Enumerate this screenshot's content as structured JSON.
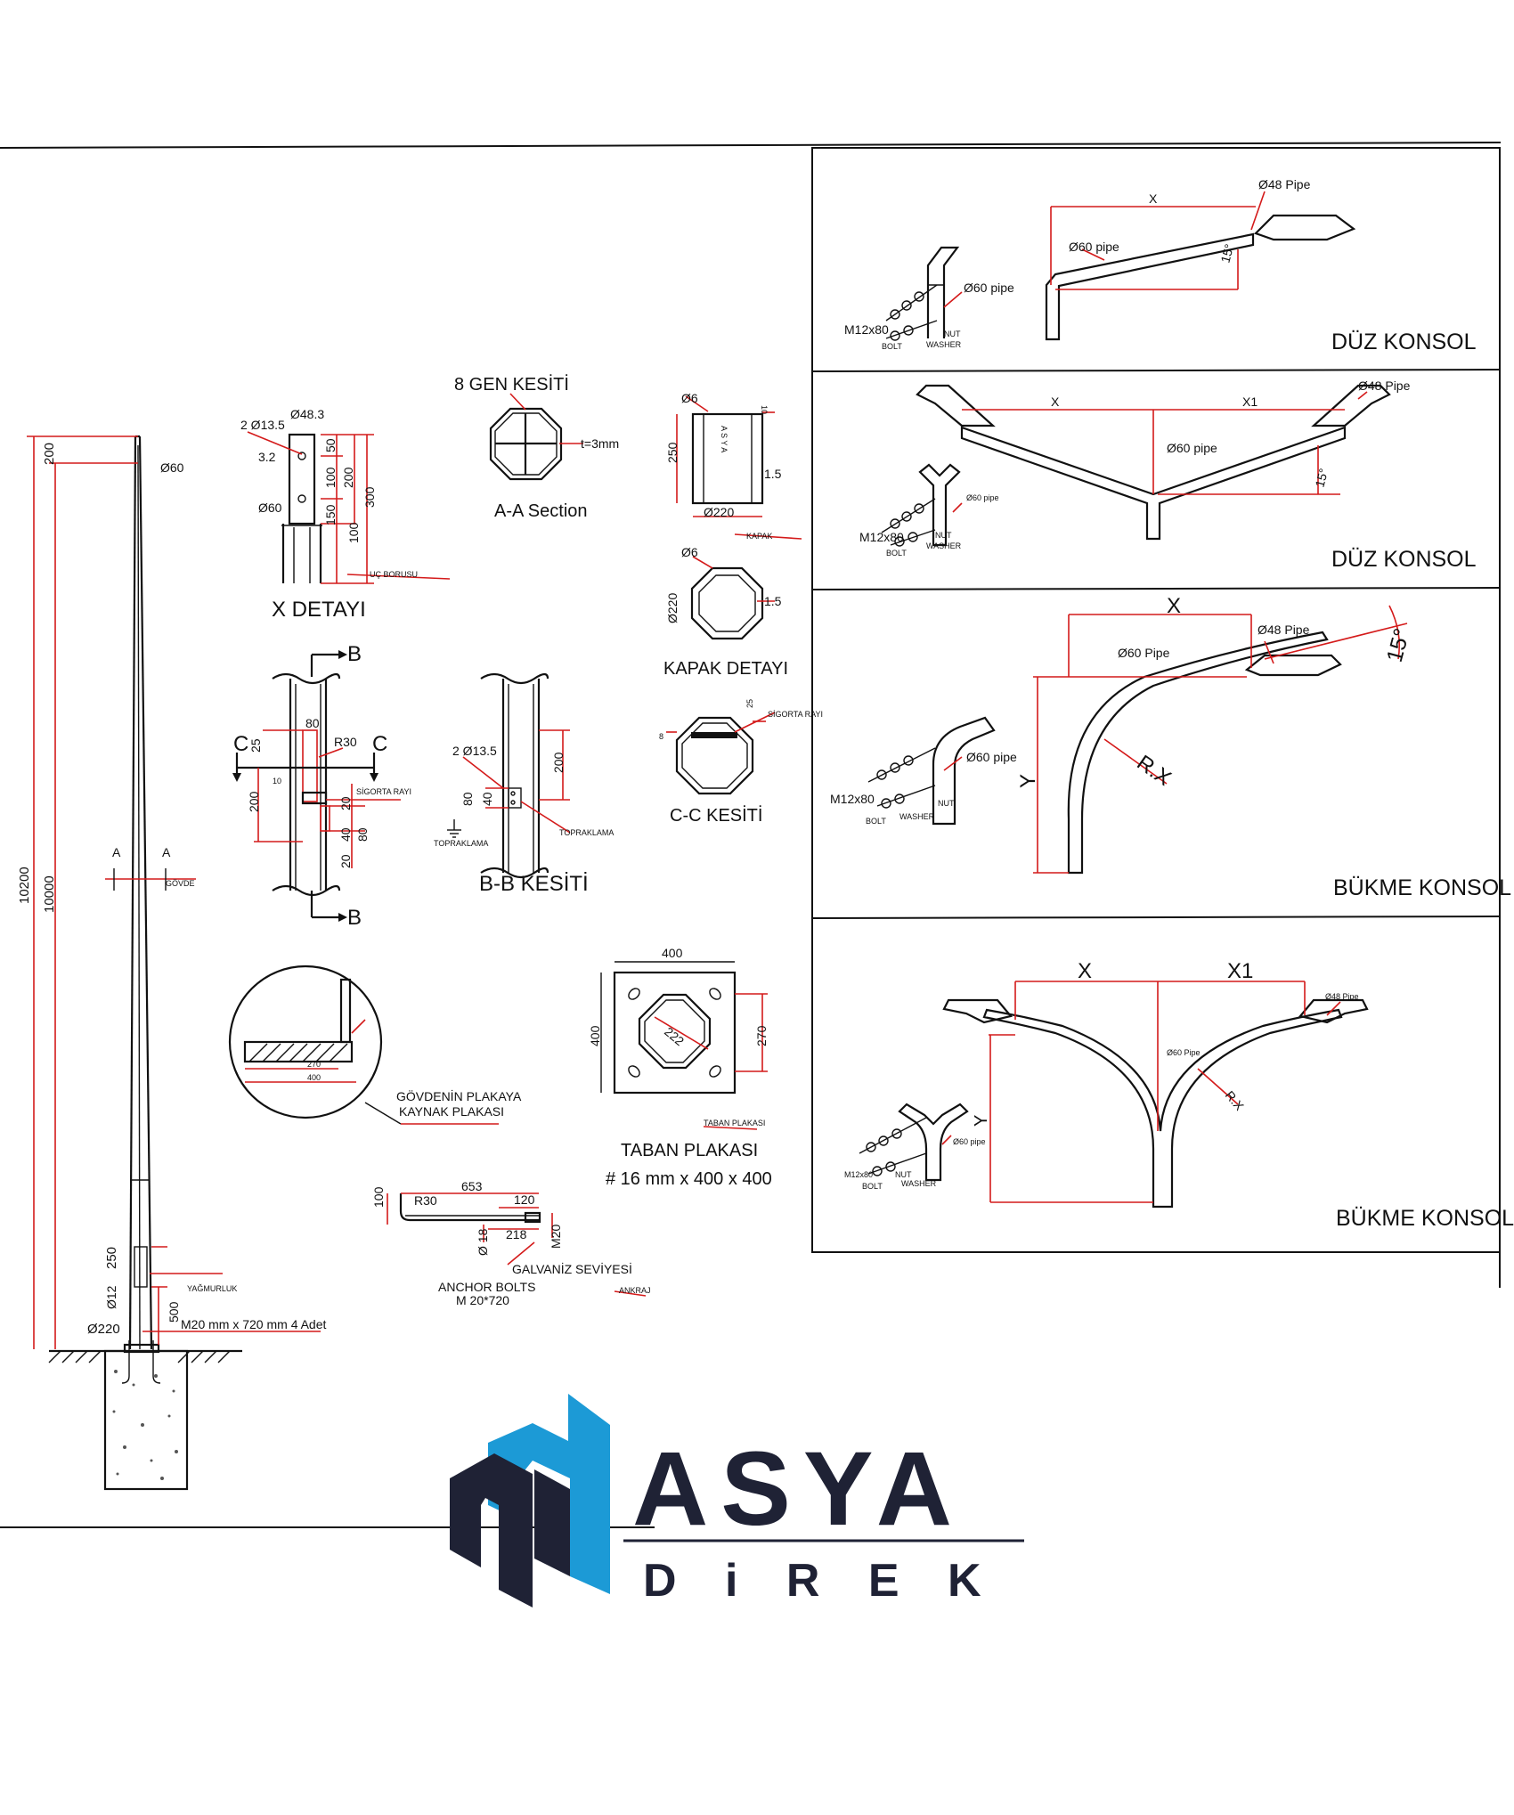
{
  "pole": {
    "dims": {
      "total": "10200",
      "shaft": "10000",
      "top_piece": "200",
      "top_dia": "Ø60",
      "base_dia": "Ø220",
      "door_height": "250",
      "door_offset": "500",
      "hole": "Ø12"
    },
    "labels": {
      "section_a": "A",
      "govde": "GÖVDE",
      "yagmurluk": "YAĞMURLUK",
      "anchor_note": "M20 mm x 720 mm 4 Adet"
    }
  },
  "x_detail": {
    "title": "X DETAYI",
    "dims": {
      "hole": "2 Ø13.5",
      "pipe_top": "Ø48.3",
      "offset": "3.2",
      "pipe": "Ø60",
      "d50": "50",
      "d100a": "100",
      "d150": "150",
      "d100b": "100",
      "d200": "200",
      "d300": "300"
    },
    "leader": "UÇ BORUSU"
  },
  "octagon": {
    "title": "8 GEN KESİTİ",
    "thickness": "t=3mm",
    "section": "A-A Section"
  },
  "kapak": {
    "top": {
      "hole": "Ø6",
      "h": "250",
      "t10": "10",
      "t15": "1.5",
      "dia": "Ø220",
      "plate_text": "A S Y A",
      "leader": "KAPAK"
    },
    "plan": {
      "hole": "Ø6",
      "dia": "Ø220",
      "t15": "1.5"
    },
    "title": "KAPAK DETAYI"
  },
  "door_detail": {
    "b": "B",
    "c": "C",
    "dims": {
      "d25": "25",
      "d80": "80",
      "r30": "R30",
      "d10": "10",
      "d200": "200",
      "d20a": "20",
      "d40": "40",
      "d20b": "20",
      "d80b": "80"
    },
    "leader": "SİGORTA RAYI"
  },
  "bb": {
    "title": "B-B KESİTİ",
    "hole": "2 Ø13.5",
    "d80": "80",
    "d40": "40",
    "d200": "200",
    "earth_left": "TOPRAKLAMA",
    "earth_right": "TOPRAKLAMA"
  },
  "cc": {
    "title": "C-C KESİTİ",
    "d25": "25",
    "d8": "8",
    "leader": "SİGORTA RAYI"
  },
  "weld": {
    "title_1": "GÖVDENİN PLAKAYA",
    "title_2": "KAYNAK PLAKASI",
    "d270": "270",
    "d400": "400"
  },
  "base_plate": {
    "title": "TABAN PLAKASI",
    "spec": "# 16 mm x 400 x 400",
    "width": "400",
    "height": "400",
    "inner": "270",
    "diag": "222",
    "leader": "TABAN PLAKASI"
  },
  "anchor": {
    "d100": "100",
    "r30": "R30",
    "d653": "653",
    "d120": "120",
    "d218": "218",
    "d18": "Ø 18",
    "m20": "M20",
    "galv": "GALVANİZ SEVİYESİ",
    "title_1": "ANCHOR BOLTS",
    "title_2": "M 20*720",
    "leader": "ANKRAJ"
  },
  "konsol": [
    {
      "title": "DÜZ KONSOL",
      "x": "X",
      "pipe48": "Ø48 Pipe",
      "pipe60": "Ø60 pipe",
      "angle": "15°",
      "bracket_pipe": "Ø60 pipe",
      "bolt": "M12x80",
      "bolt_l": "BOLT",
      "nut_l": "NUT",
      "washer_l": "WASHER"
    },
    {
      "title": "DÜZ KONSOL",
      "x": "X",
      "x1": "X1",
      "pipe48": "Ø48 Pipe",
      "pipe60": "Ø60 pipe",
      "angle": "15°",
      "bracket_pipe": "Ø60 pipe",
      "bolt": "M12x80",
      "bolt_l": "BOLT",
      "nut_l": "NUT",
      "washer_l": "WASHER"
    },
    {
      "title": "BÜKME KONSOL",
      "x": "X",
      "y": "Y",
      "rx": "R.X",
      "pipe48": "Ø48 Pipe",
      "pipe60": "Ø60 Pipe",
      "angle": "15°",
      "bracket_pipe": "Ø60 pipe",
      "bolt": "M12x80",
      "bolt_l": "BOLT",
      "nut_l": "NUT",
      "washer_l": "WASHER"
    },
    {
      "title": "BÜKME KONSOL",
      "x": "X",
      "x1": "X1",
      "y": "Y",
      "rx": "R.X",
      "pipe48": "Ø48 Pipe",
      "pipe60": "Ø60 Pipe",
      "bracket_pipe": "Ø60 pipe",
      "bolt": "M12x80",
      "bolt_l": "BOLT",
      "nut_l": "NUT",
      "washer_l": "WASHER"
    }
  ],
  "logo": {
    "name": "ASYA",
    "sub": "D i R E K",
    "colors": {
      "blue": "#1c9ad6",
      "navy": "#1f2235"
    }
  }
}
